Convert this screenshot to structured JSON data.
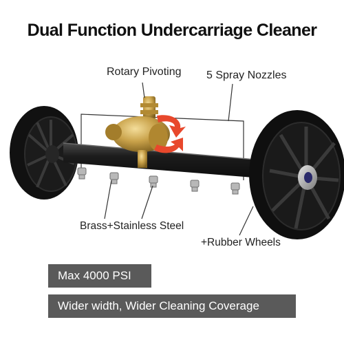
{
  "title": "Dual Function Undercarriage Cleaner",
  "callouts": {
    "rotary": "Rotary Pivoting",
    "nozzles": "5 Spray Nozzles",
    "brass": "Brass+Stainless Steel",
    "rubber": "+Rubber Wheels"
  },
  "banners": {
    "psi": "Max 4000 PSI",
    "width": "Wider width, Wider Cleaning Coverage"
  },
  "colors": {
    "banner": "#5a5a5a",
    "arrow": "#e8482c",
    "brass": "#c9a24a"
  }
}
